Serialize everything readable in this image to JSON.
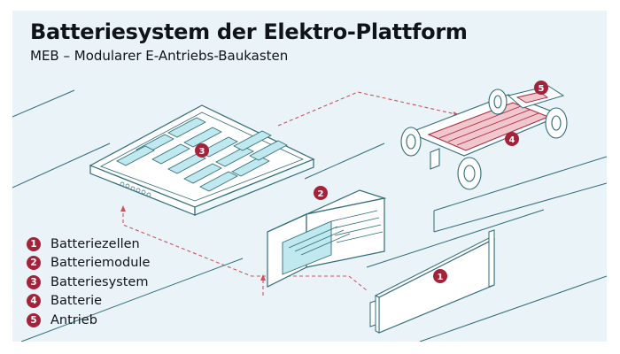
{
  "title": "Batteriesystem der Elektro-Plattform",
  "subtitle": "MEB – Modularer E-Antriebs-Baukasten",
  "legend": [
    {
      "number": "1",
      "label": "Batteriezellen"
    },
    {
      "number": "2",
      "label": "Batteriemodule"
    },
    {
      "number": "3",
      "label": "Batteriesystem"
    },
    {
      "number": "4",
      "label": "Batterie"
    },
    {
      "number": "5",
      "label": "Antrieb"
    }
  ],
  "markers": [
    "1",
    "2",
    "3",
    "4",
    "5"
  ],
  "colors": {
    "background": "#eaf4f8",
    "line": "#2f6b78",
    "fill": "#ffffff",
    "cell_fill": "#bfe9ee",
    "accent": "#a3233a",
    "text": "#10141a"
  }
}
